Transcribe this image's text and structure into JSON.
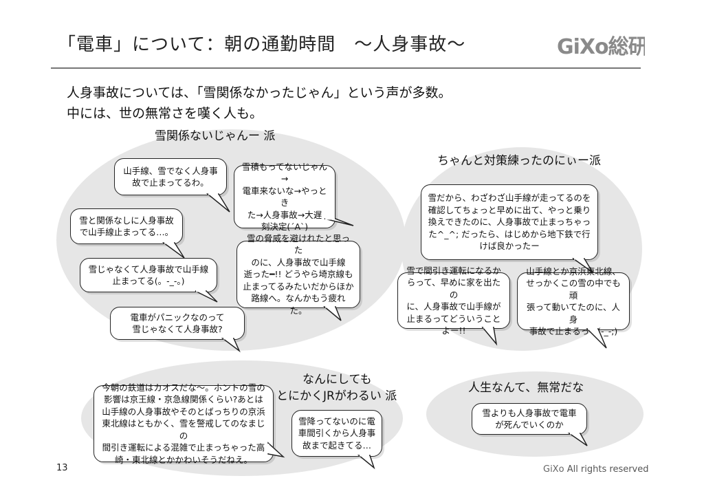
{
  "title": "「電車」について：朝の通勤時間　～人身事故～",
  "logo": {
    "text": "GiXo総研"
  },
  "intro": [
    "人身事故については、「雪関係なかったじゃん」という声が多数。",
    "中には、世の無常さを嘆く人も。"
  ],
  "groups": {
    "snow_unrelated": {
      "label": "雪関係ないじゃんー 派",
      "bubbles": [
        "山手線、雪でなく人身事\n故で止まってるわ。",
        "雪積もってないじゃん→\n電車来ないな→やっとき\nた→人身事故→大遅\n刻決定(´A`)",
        "雪と関係なしに人身事故\nで山手線止まってる…。",
        "雪の脅威を避けれたと思った\nのに、人身事故で山手線\n逝った━!! どうやら埼京線も\n止まってるみたいだからほか\n路線へ。なんかもう疲れた。",
        "雪じゃなくて人身事故で山手線\n止まってる(。-_-。)",
        "電車がパニックなのって\n雪じゃなくて人身事故?"
      ]
    },
    "countermeasures": {
      "label": "ちゃんと対策練ったのにぃー派",
      "bubbles": [
        "雪だから、わざわざ山手線が走ってるのを\n確認してちょっと早めに出て、やっと乗り\n換えできたのに、人身事故で止まっちゃっ\nた^_^; だったら、はじめから地下鉄で行\nけば良かったー",
        "雪で間引き運転になるか\nらって、早めに家を出たの\nに、人身事故で山手線が\n止まるってどういうことよー!!",
        "山手線とか京浜東北線、\nせっかくこの雪の中でも頑\n張って動いてたのに、人身\n事故で止まるって(-_-;)"
      ]
    },
    "jr_bad": {
      "label_line1": "なんにしても",
      "label_line2": "とにかくJRがわるい 派",
      "bubbles": [
        "今朝の鉄道はカオスだな～。ホントの雪の\n影響は京王線・京急線関係くらい?あとは\n山手線の人身事故やそのとばっちりの京浜\n東北線はともかく、雪を警戒してのなまじの\n間引き運転による混雑で止まっちゃった高\n崎・東北線とかかわいそうだねえ。",
        "雪降ってないのに電\n車間引くから人身事\n故まで起きてる…"
      ]
    },
    "impermanence": {
      "label": "人生なんて、無常だな",
      "bubbles": [
        "雪よりも人身事故で電車\nが死んでいくのか"
      ]
    }
  },
  "page_number": "13",
  "footer": {
    "brand": "GiXo",
    "rights": "All rights reserved"
  },
  "colors": {
    "ellipse": "#e6e6e6",
    "rule": "#777777",
    "logo": "#8a8a8a"
  }
}
